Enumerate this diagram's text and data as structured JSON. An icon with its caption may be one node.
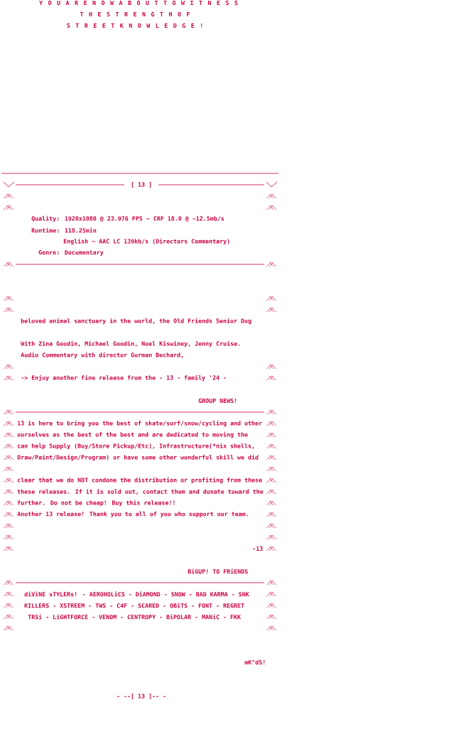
{
  "diagram": {
    "labels": [
      "Y O U   A R E   N O W   A B O U T   T O   W I T N E S S",
      "T H E   S T R E N G T H   O F",
      "S T R E E T   K N O W L E D G E !",
      "[ 13 ]",
      "Quality: 1920x1080 @ 23.976 FPS ~ CRF 18.0 @ ~12.5mb/s",
      "Runtime: 118.25min",
      "English ~ AAC LC 139kb/s (Directors Commentary)",
      "Genre: Documentary",
      "beloved animal sanctuary in the world, the Old Friends Senior Dog",
      "With Zina Goodin, Michael Goodin, Noel Kiswiney, Jenny Cruise.",
      "Audio Commentary with director Gorman Bechard,",
      "-> Enjoy another fine release from the - 13 - family '24 -",
      "GROUP NEWS!",
      "13 is here to bring you the best of skate/surf/snow/cycling and other",
      "ourselves as the best of the best and are dedicated to moving the",
      "can help Supply (Buy/Store Pickup/Etc), Infrastructure(*nix shells,",
      "Draw/Paint/Design/Program) or have some other wonderful skill we did",
      "clear that we do NOT condone the distribution or profiting from these",
      "these releases. If it is sold out, contact them and donate toward the",
      "further. Do not be cheap! Buy this release!!",
      "Another 13 release! Thank you to all of you who support our team.",
      "-13",
      "BiGUP! TO FRiENDS",
      "diViNE sTYLERs! - AEROHOLiCS - DiAMOND - SNOW - BAD KARMA - SNK",
      "KILLERS - XSTREEM - TWS - C4F - SCARED - OBiTS - FONT - REGRET",
      "TRSi - LiGHTFORCE - VENOM - CENTROPY - BiPOLAR - MANiC - FKK",
      "mK^dS!",
      "- --[ 13 ]-- -"
    ]
  }
}
